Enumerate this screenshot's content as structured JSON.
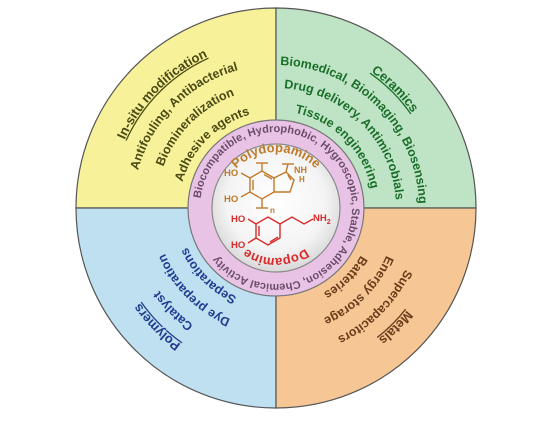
{
  "colors": {
    "yellow": "#f7f19a",
    "green": "#bfe4c5",
    "blue": "#bfe0f0",
    "orange": "#f6c794",
    "ring": "#e9c3e6",
    "inner": "#ffffff",
    "outline": "#555555",
    "yellow_text": "#4a4a14",
    "green_text": "#1a6e2a",
    "blue_text": "#1f3c8e",
    "orange_text": "#6a3b1a",
    "ring_text": "#6a4d6a",
    "pda": "#c07a2a",
    "dopamine": "#d82a2a"
  },
  "quadrants": {
    "top_left": {
      "heading": "In-situ modification",
      "lines": [
        "Antifouling, Antibacterial",
        "Biomineralization",
        "Adhesive agents"
      ]
    },
    "top_right": {
      "heading": "Ceramics",
      "lines": [
        "Biomedical, Bioimaging, Biosensing",
        "Drug delivery, Antimicrobials",
        "Tissue engineering"
      ]
    },
    "bottom_left": {
      "heading": "Polymers",
      "lines": [
        "Catalyst",
        "Dye preparation",
        "Separations"
      ]
    },
    "bottom_right": {
      "heading": "Metals",
      "lines": [
        "Supercapacitors",
        "Energy storage",
        "Batteries"
      ]
    }
  },
  "ring": {
    "properties": "Biocompatible, Hydrophobic, Hygroscopic, Stable, Adhesion, Chemical Activity"
  },
  "center": {
    "polydopamine": "Polydopamine",
    "dopamine": "Dopamine",
    "atoms": {
      "ho": "HO",
      "nh": "NH",
      "h": "H",
      "nh2": "NH",
      "sub2": "2",
      "n": "n"
    }
  }
}
